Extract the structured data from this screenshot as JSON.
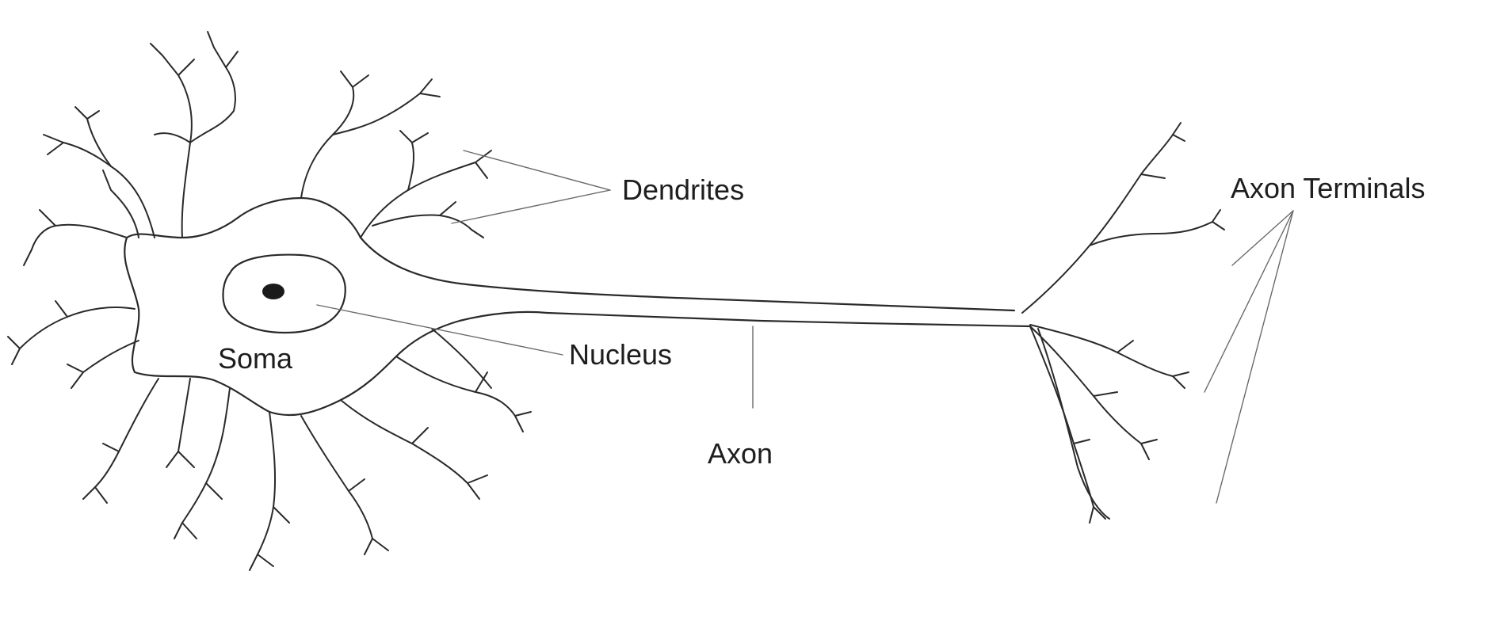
{
  "labels": {
    "dendrites": "Dendrites",
    "axon_terminals": "Axon Terminals",
    "soma": "Soma",
    "nucleus": "Nucleus",
    "axon": "Axon"
  },
  "colors": {
    "background": "#ffffff",
    "stroke": "#2a2a2a",
    "leader": "#6a6a6a",
    "text": "#1e1e1e"
  }
}
